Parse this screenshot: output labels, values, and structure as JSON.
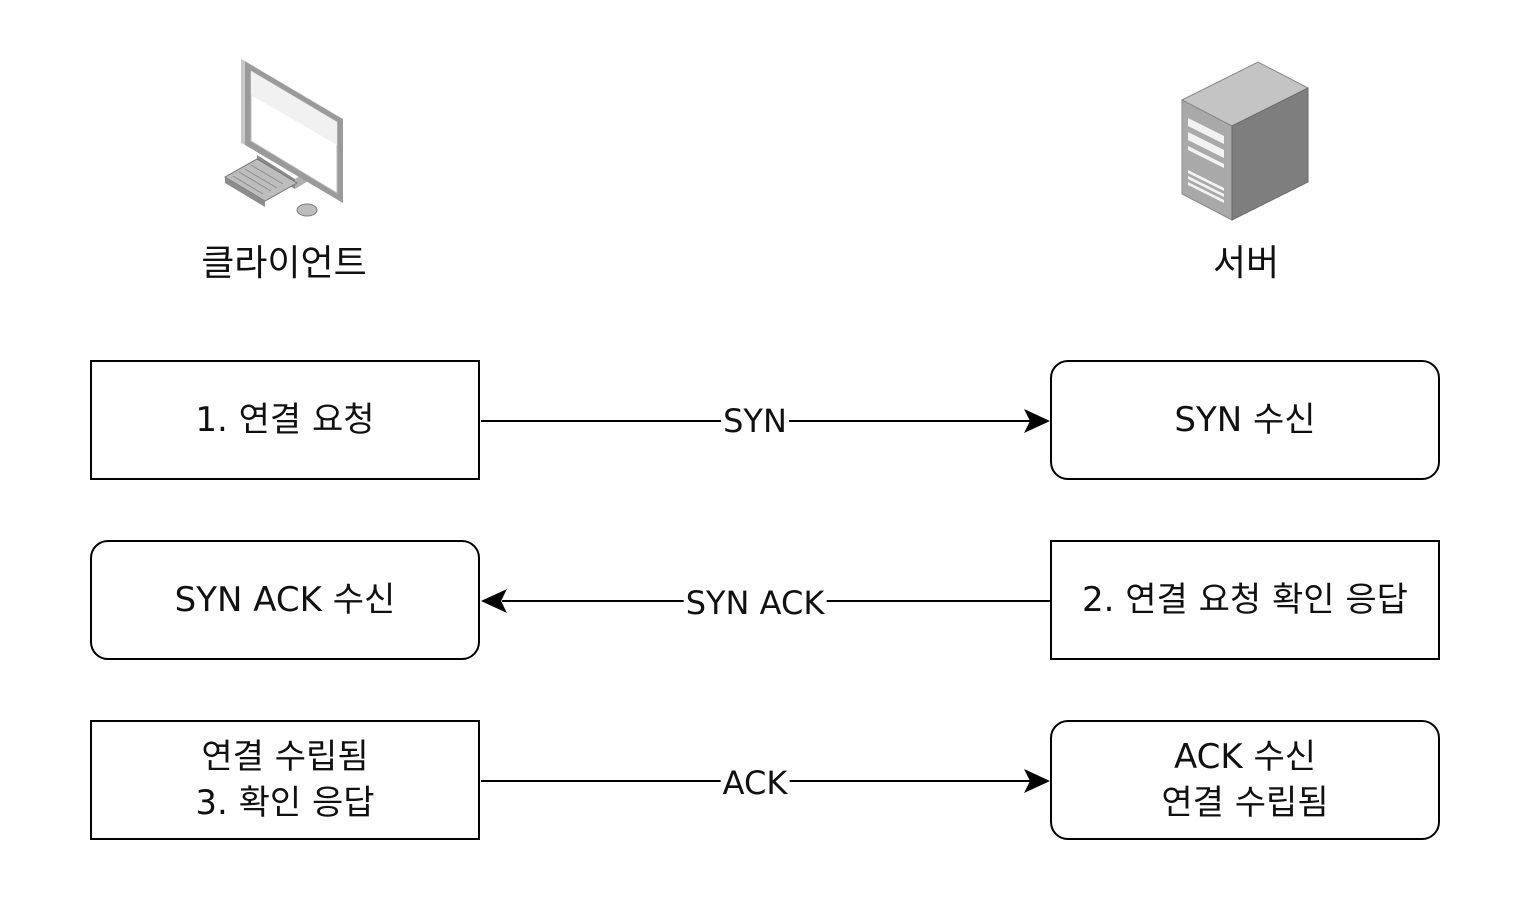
{
  "actors": {
    "client": {
      "label": "클라이언트",
      "icon": "desktop-computer-icon"
    },
    "server": {
      "label": "서버",
      "icon": "server-tower-icon"
    }
  },
  "steps": [
    {
      "client_lines": [
        "1. 연결 요청"
      ],
      "message": "SYN",
      "direction": "client-to-server",
      "server_lines": [
        "SYN 수신"
      ]
    },
    {
      "client_lines": [
        "SYN ACK 수신"
      ],
      "message": "SYN ACK",
      "direction": "server-to-client",
      "server_lines": [
        "2. 연결 요청 확인 응답"
      ]
    },
    {
      "client_lines": [
        "연결 수립됨",
        "3. 확인 응답"
      ],
      "message": "ACK",
      "direction": "client-to-server",
      "server_lines": [
        "ACK 수신",
        "연결 수립됨"
      ]
    }
  ]
}
